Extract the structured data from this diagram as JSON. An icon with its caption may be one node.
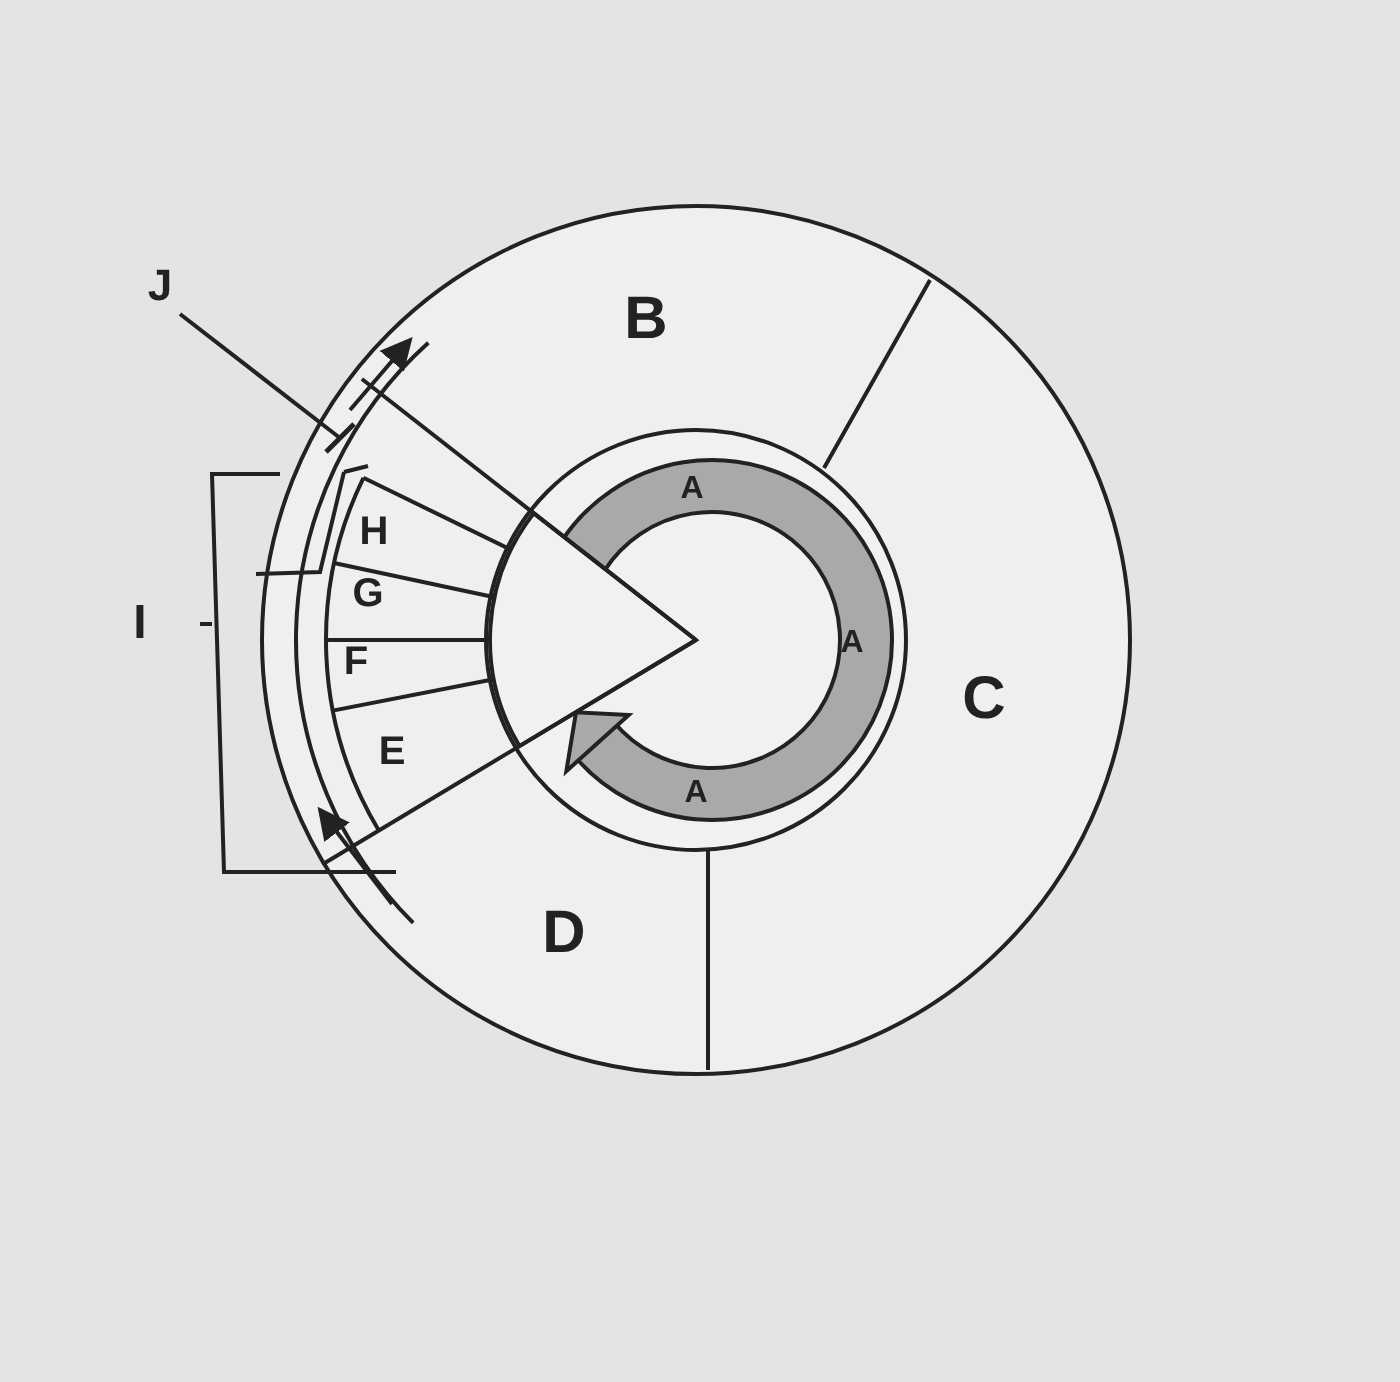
{
  "diagram": {
    "nodes": [
      {
        "text": [
          "J"
        ]
      },
      {
        "text": [],
        "shape": "bar"
      }
    ],
    "edges": [
      {
        "from": 0,
        "to": 1,
        "arrow": "none"
      }
    ],
    "labels": [
      "B",
      "A",
      "H",
      "G",
      "I",
      "F",
      "A",
      "C",
      "E",
      "A",
      "D"
    ]
  }
}
